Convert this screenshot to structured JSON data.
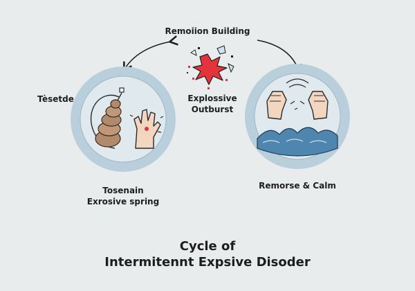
{
  "labels": {
    "top": "Remoiion Building",
    "left_side": "Tèsetde",
    "middle_line1": "Explossive",
    "middle_line2": "Outburst",
    "left_bottom_line1": "Tosenain",
    "left_bottom_line2": "Exrosive spring",
    "right_bottom": "Remorse & Calm"
  },
  "title": {
    "line1": "Cycle of",
    "line2": "Intermitennt Expsive Disoder"
  },
  "colors": {
    "background": "#e9ecec",
    "ring": "#b9cfdb",
    "inner": "#dfe9ee",
    "burst": "#e3343b",
    "wave": "#4f86b0",
    "skin": "#f3d6c0"
  },
  "icons": [
    "spring-icon",
    "clenched-hand-icon",
    "explosion-icon",
    "raised-fists-icon",
    "waves-icon",
    "cycle-arrow-icon"
  ]
}
